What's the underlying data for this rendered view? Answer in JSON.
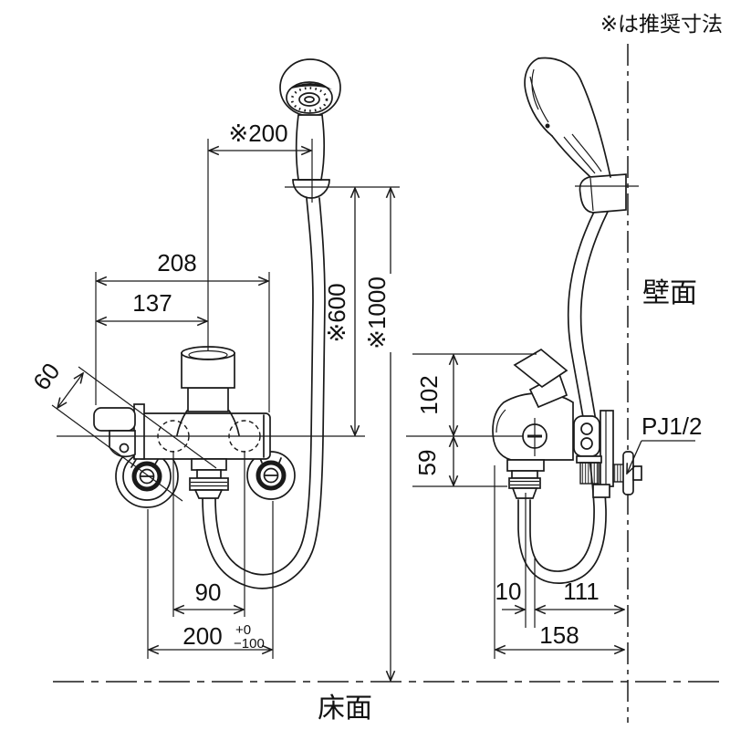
{
  "drawing": {
    "note": "※は推奨寸法",
    "wall_label": "壁面",
    "floor_label": "床面",
    "connection_label": "PJ1/2",
    "front_view": {
      "dim_hook_offset": "※200",
      "dim_width_total": "208",
      "dim_width_handle": "137",
      "dim_height_hook": "※600",
      "dim_height_shower": "※1000",
      "dim_handle_diagonal": "60",
      "dim_outlet_pitch": "90",
      "dim_pipe_pitch": "200",
      "dim_pipe_pitch_tol_plus": "+0",
      "dim_pipe_pitch_tol_minus": "−100"
    },
    "side_view": {
      "dim_above_center": "102",
      "dim_below_center": "59",
      "dim_hose_offset": "10",
      "dim_wall_to_hose": "111",
      "dim_total_depth": "158"
    }
  }
}
